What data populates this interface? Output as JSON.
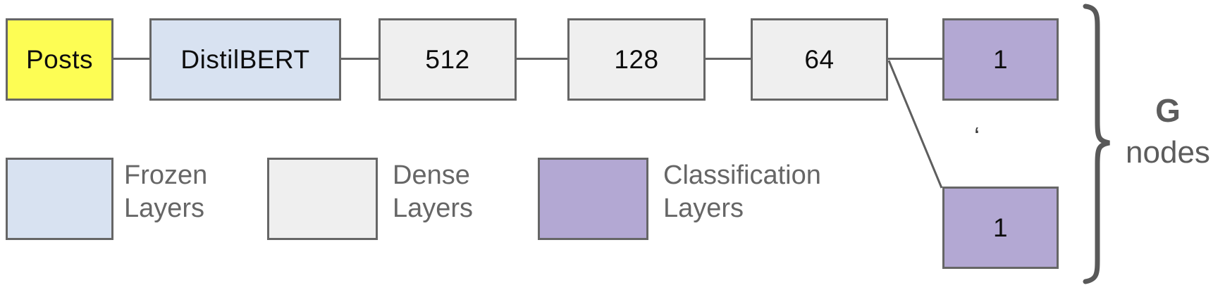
{
  "colors": {
    "input_yellow": "#FDFD54",
    "frozen_blue": "#D8E2F1",
    "dense_gray": "#EFEFEF",
    "classification_purple": "#B3A8D3",
    "border_gray": "#666666",
    "connector_gray": "#646464",
    "label_gray": "#666666",
    "brace_gray": "#595959"
  },
  "pipeline": {
    "nodes": [
      {
        "id": "posts",
        "label": "Posts",
        "type": "input"
      },
      {
        "id": "distilbert",
        "label": "DistilBERT",
        "type": "frozen"
      },
      {
        "id": "dense-512",
        "label": "512",
        "type": "dense"
      },
      {
        "id": "dense-128",
        "label": "128",
        "type": "dense"
      },
      {
        "id": "dense-64",
        "label": "64",
        "type": "dense"
      },
      {
        "id": "output-1",
        "label": "1",
        "type": "classification"
      },
      {
        "id": "output-2",
        "label": "1",
        "type": "classification"
      }
    ],
    "continuation_mark": "‘"
  },
  "legend": {
    "items": [
      {
        "line1": "Frozen",
        "line2": "Layers",
        "swatch": "frozen_blue"
      },
      {
        "line1": "Dense",
        "line2": "Layers",
        "swatch": "dense_gray"
      },
      {
        "line1": "Classification",
        "line2": "Layers",
        "swatch": "classification_purple"
      }
    ]
  },
  "brace_label": {
    "line1": "G",
    "line2": "nodes"
  }
}
